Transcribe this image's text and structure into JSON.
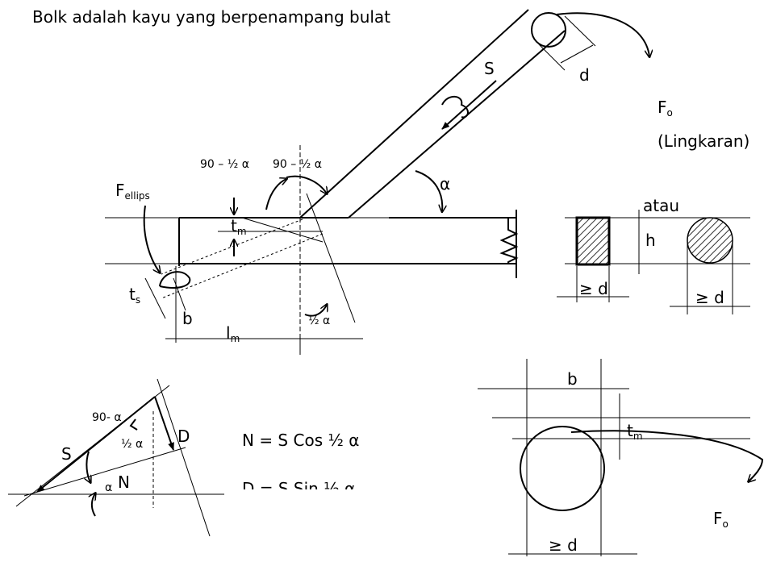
{
  "header": {
    "title": "Bolk adalah kayu yang berpenampang bulat"
  },
  "labels": {
    "S": "S",
    "d": "d",
    "F": "F",
    "sub_o": "o",
    "lingkaran": "(Lingkaran)",
    "angle_left": "90 – ½ α",
    "angle_right": "90 – ½ α",
    "alpha": "α",
    "sub_ellips": "ellips",
    "t": "t",
    "sub_m": "m",
    "sub_s": "s",
    "atau": "atau",
    "h": "h",
    "ge_d": "≥ d",
    "b": "b",
    "l": "l",
    "half_alpha": "½ α"
  },
  "triangle": {
    "S": "S",
    "angle_top": "90- α",
    "half_alpha": "½ α",
    "D": "D",
    "alpha": "α",
    "N": "N"
  },
  "formulas": {
    "N": "N = S Cos ½ α",
    "D": "D = S Sin ½ α"
  },
  "section": {
    "b": "b",
    "t": "t",
    "sub_m": "m",
    "F": "F",
    "sub_o": "o",
    "ge_d": "≥ d"
  }
}
